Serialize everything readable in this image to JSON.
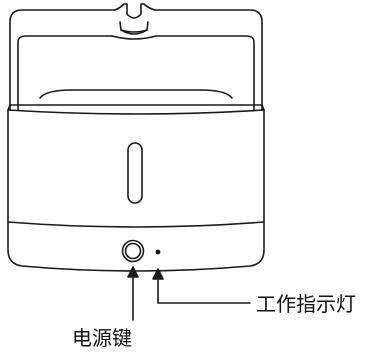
{
  "callouts": {
    "indicator_light": "工作指示灯",
    "power_button": "电源键"
  },
  "colors": {
    "stroke": "#1a1a1a",
    "background": "#ffffff"
  },
  "parts": [
    "lid-cap-icon",
    "water-tank",
    "water-window",
    "power-button",
    "indicator-light"
  ]
}
